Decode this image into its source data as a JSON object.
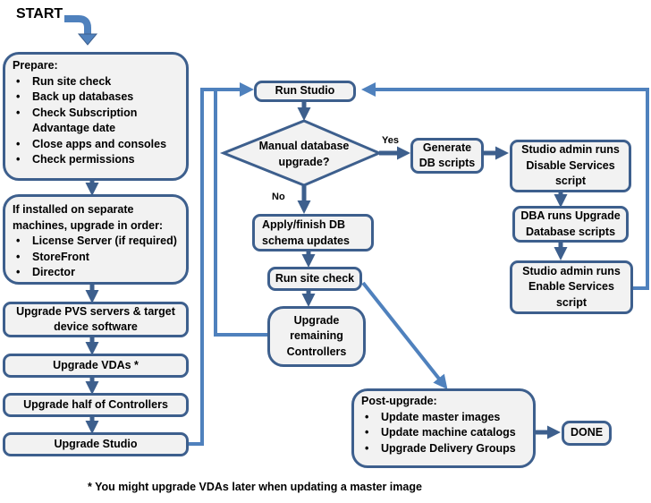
{
  "start_label": "START",
  "yes_label": "Yes",
  "no_label": "No",
  "footnote": "* You might upgrade VDAs later when updating a master image",
  "colors": {
    "line": "#4f81bd",
    "border": "#3d5f8d",
    "fill": "#f2f2f2"
  },
  "prepare": {
    "title": "Prepare:",
    "items": [
      "Run site check",
      "Back up databases",
      "Check Subscription Advantage date",
      "Close apps and consoles",
      "Check permissions"
    ]
  },
  "separate": {
    "title_line1": "If installed on separate",
    "title_line2": "machines, upgrade in order:",
    "items": [
      "License Server (if required)",
      "StoreFront",
      "Director"
    ]
  },
  "pvs": {
    "line1": "Upgrade PVS servers & target",
    "line2": "device software"
  },
  "vdas": "Upgrade VDAs *",
  "half_controllers": "Upgrade half of Controllers",
  "upgrade_studio": "Upgrade Studio",
  "run_studio": "Run Studio",
  "decision": {
    "line1": "Manual database",
    "line2": "upgrade?"
  },
  "generate": {
    "line1": "Generate",
    "line2": "DB scripts"
  },
  "disable": {
    "line1": "Studio admin runs",
    "line2": "Disable Services",
    "line3": "script"
  },
  "dba": {
    "line1": "DBA runs Upgrade",
    "line2": "Database scripts"
  },
  "enable": {
    "line1": "Studio admin runs",
    "line2": "Enable Services",
    "line3": "script"
  },
  "apply": {
    "line1": "Apply/finish DB",
    "line2": "schema updates"
  },
  "site_check": "Run site check",
  "remaining": {
    "line1": "Upgrade",
    "line2": "remaining",
    "line3": "Controllers"
  },
  "post": {
    "title": "Post-upgrade:",
    "items": [
      "Update master images",
      "Update machine catalogs",
      "Upgrade Delivery Groups"
    ]
  },
  "done": "DONE"
}
